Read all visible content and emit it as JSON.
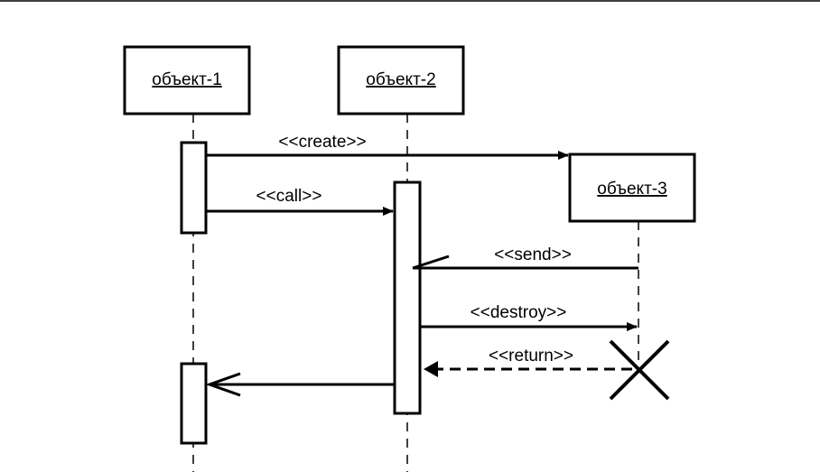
{
  "objects": {
    "obj1": "объект-1",
    "obj2": "объект-2",
    "obj3": "объект-3"
  },
  "messages": {
    "create": "<<create>>",
    "call": "<<call>>",
    "send": "<<send>>",
    "destroy": "<<destroy>>",
    "return": "<<return>>"
  }
}
